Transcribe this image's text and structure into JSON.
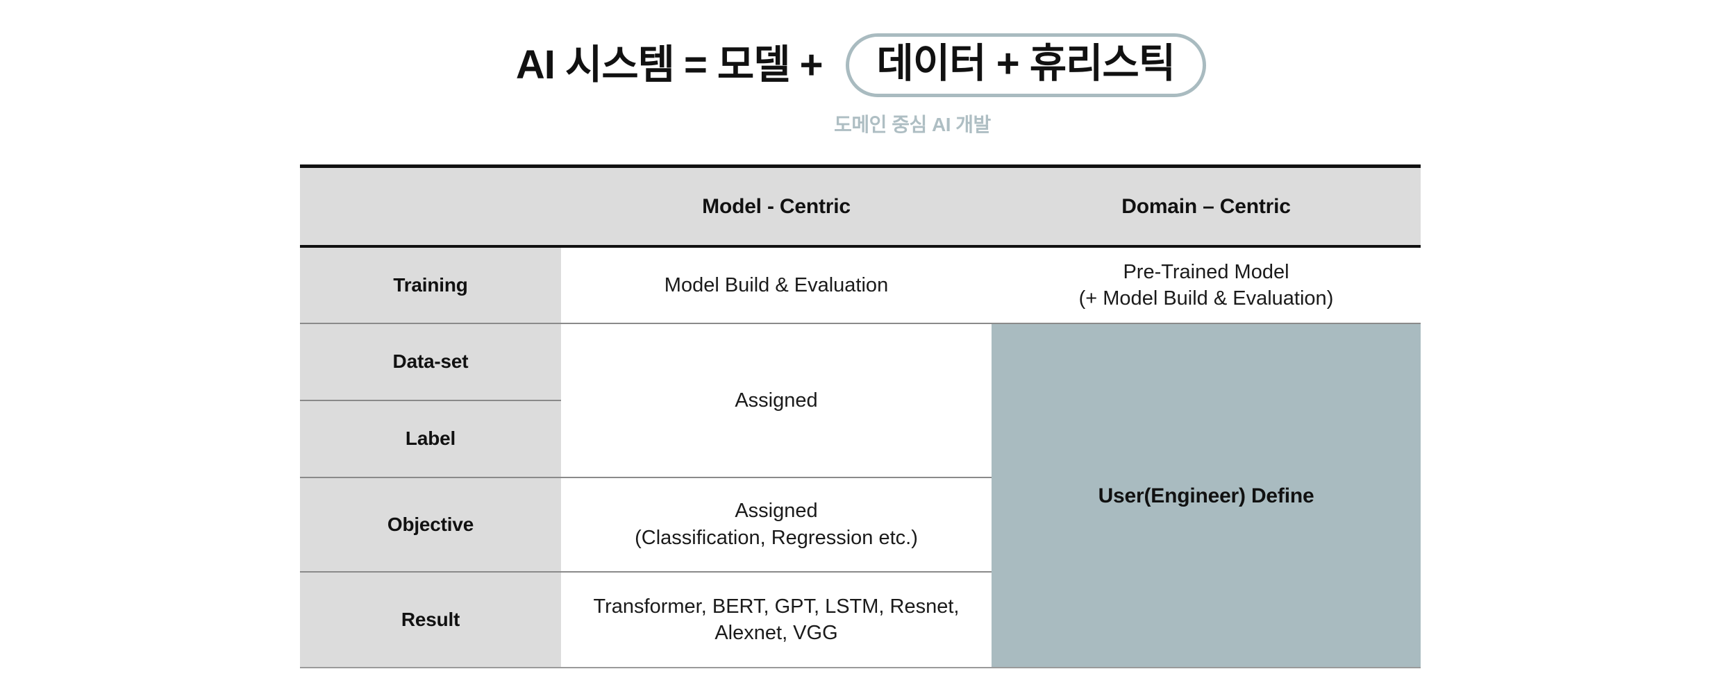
{
  "title": {
    "part1": "AI 시스템",
    "equals": "=",
    "part2": "모델",
    "plus": "+",
    "boxed": "데이터 + 휴리스틱",
    "subtitle": "도메인 중심 AI 개발"
  },
  "colors": {
    "accent": "#A9BBC0",
    "label_bg": "#DCDCDC",
    "text": "#111111",
    "grid": "#8A8A8A"
  },
  "table": {
    "columns": {
      "row_header": "",
      "model_centric": "Model - Centric",
      "domain_centric": "Domain – Centric"
    },
    "rows": [
      {
        "label": "Training",
        "model_centric": "Model Build & Evaluation",
        "domain_centric_line1": "Pre-Trained Model",
        "domain_centric_line2": "(+ Model Build & Evaluation)"
      },
      {
        "label": "Data-set",
        "model_centric": "Assigned",
        "domain_centric": "User(Engineer) Define"
      },
      {
        "label": "Label"
      },
      {
        "label": "Objective",
        "model_centric_line1": "Assigned",
        "model_centric_line2": "(Classification, Regression etc.)"
      },
      {
        "label": "Result",
        "model_centric_line1": "Transformer, BERT, GPT, LSTM, Resnet,",
        "model_centric_line2": "Alexnet, VGG"
      }
    ]
  }
}
